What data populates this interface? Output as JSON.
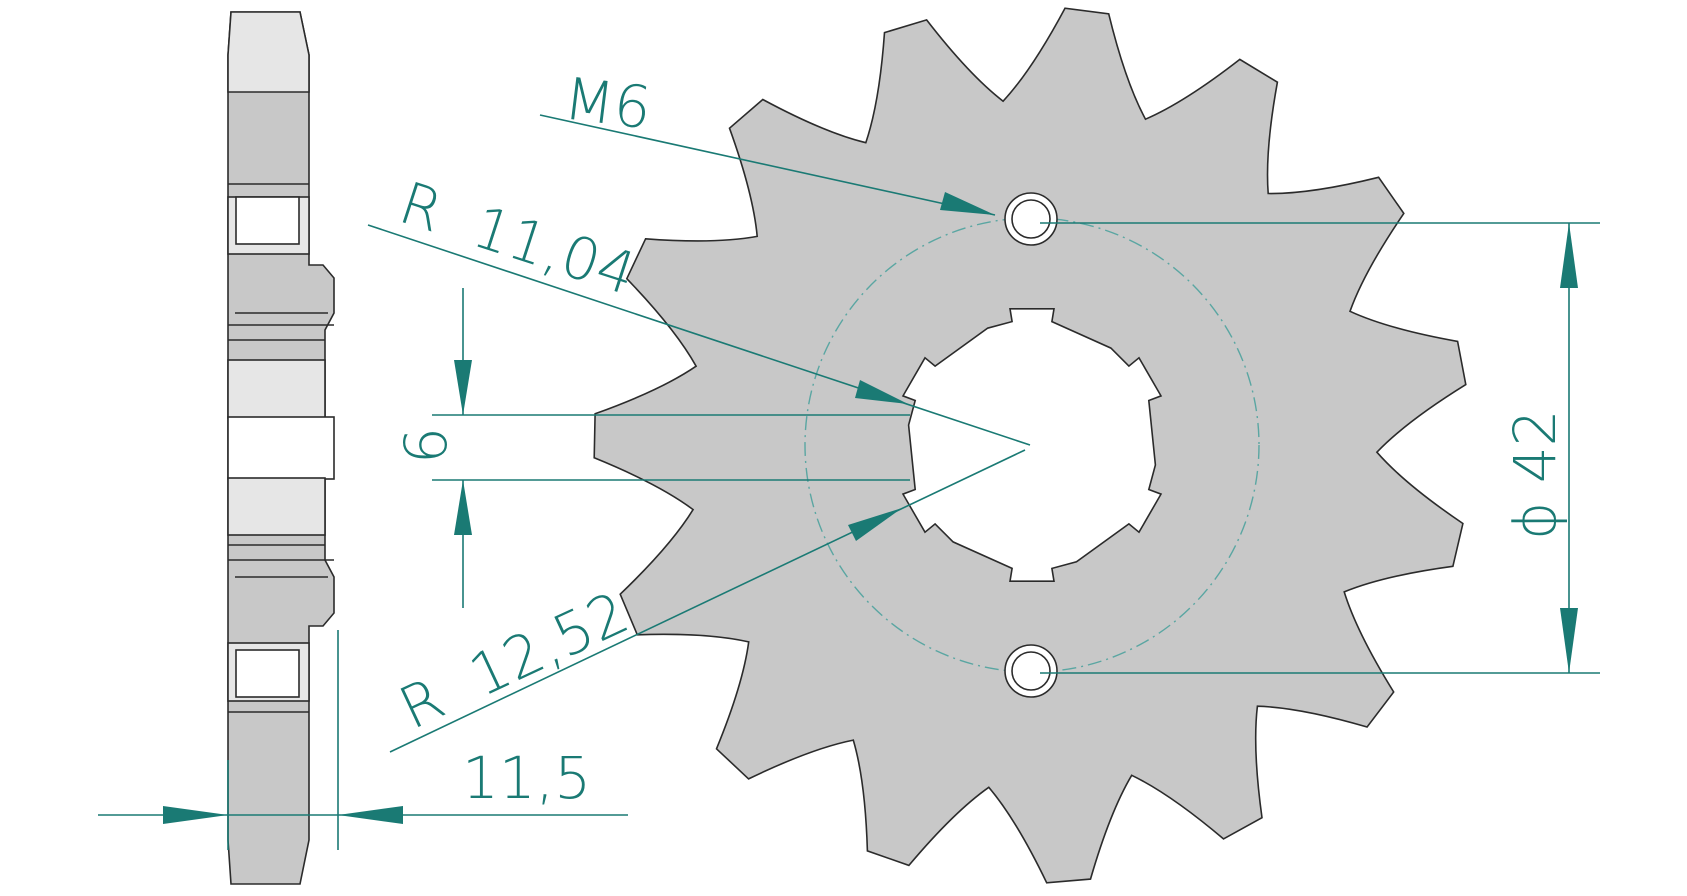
{
  "colors": {
    "dimension": "#1a7a74",
    "part_fill": "#c8c8c8",
    "outline": "#2b2b2b"
  },
  "sprocket": {
    "teeth": 15
  },
  "labels": {
    "thread": "M6",
    "radius_inner": "R  11,04",
    "radius_outer": "R  12,52",
    "spline_width": "6",
    "bolt_circle": "ϕ 42",
    "thickness": "11,5"
  }
}
